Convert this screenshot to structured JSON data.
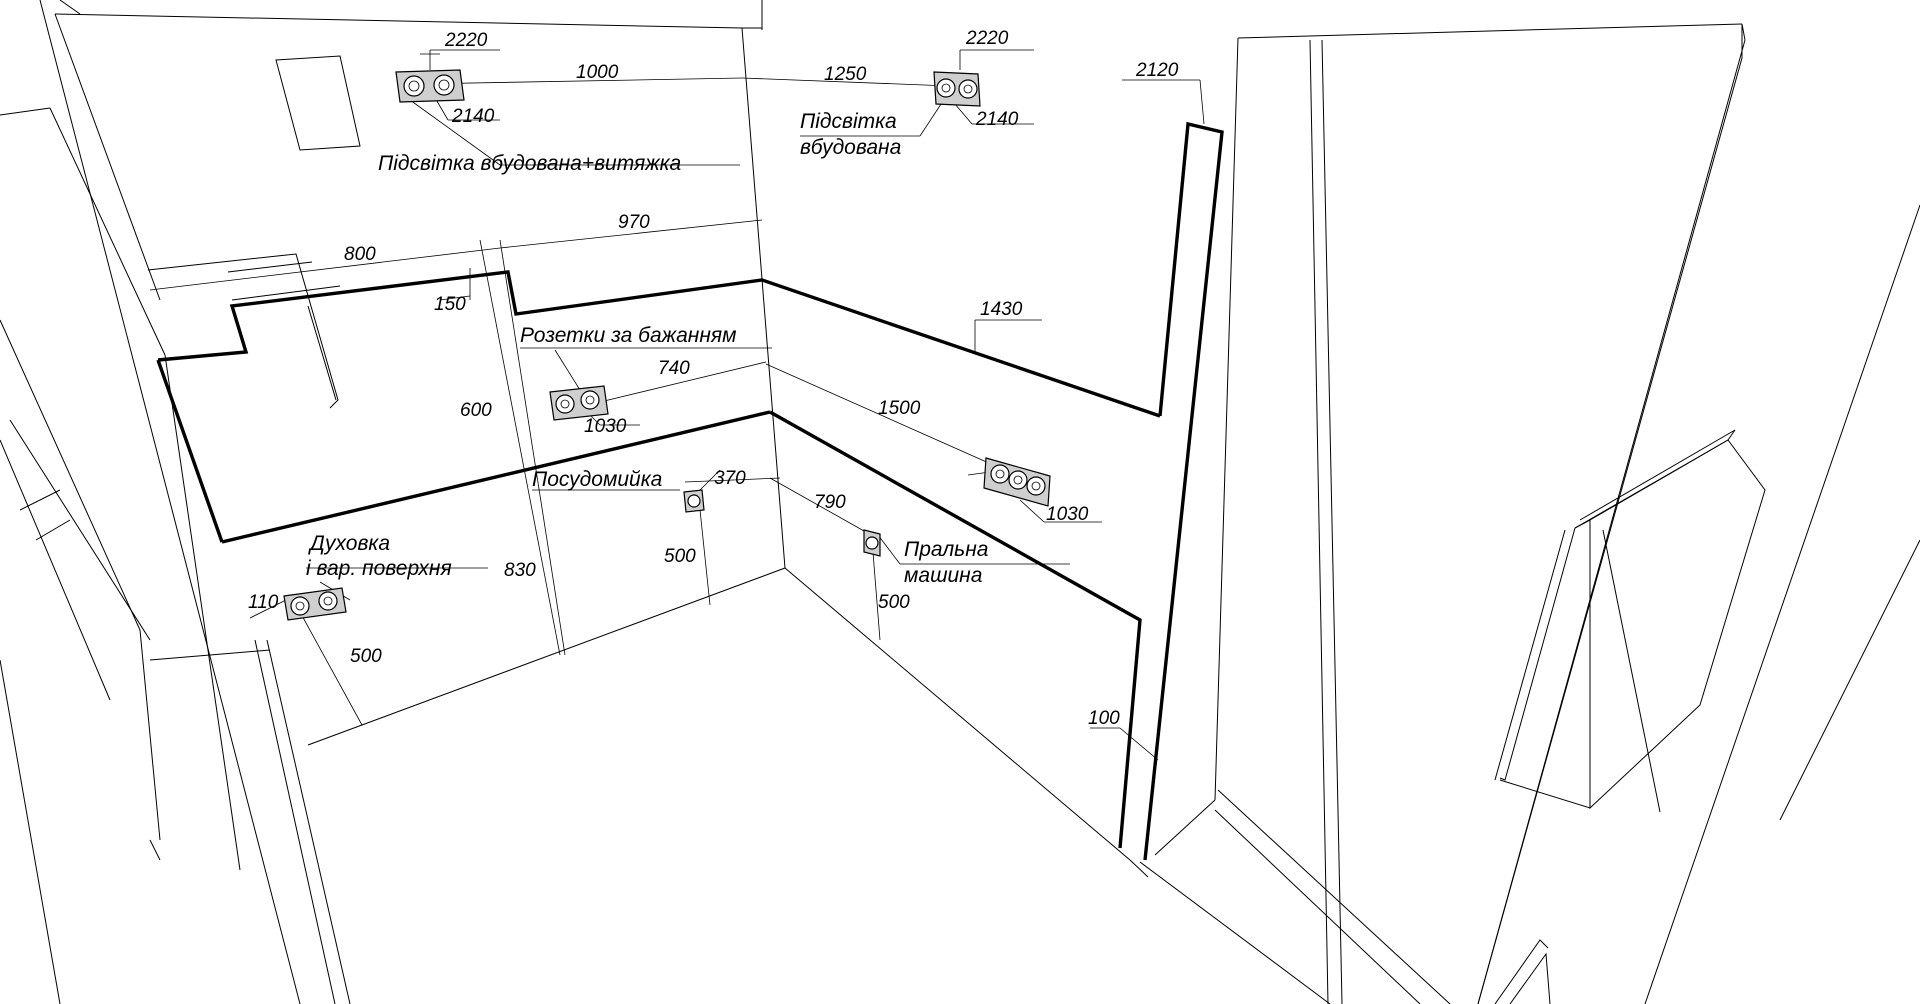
{
  "drawing": {
    "dimensions": {
      "top_left_height": "2220",
      "top_left_socket_height": "2140",
      "top_span_left": "1000",
      "top_span_right": "1250",
      "top_right_height": "2220",
      "top_right_socket_height": "2140",
      "door_height": "2120",
      "apron_left_width": "800",
      "apron_step": "150",
      "apron_center_width": "970",
      "apron_right_height": "1430",
      "apron_height": "600",
      "socket_span": "740",
      "socket_height_center": "1030",
      "right_run": "1500",
      "right_socket_height": "1030",
      "dishwasher_offset": "370",
      "washer_offset": "790",
      "dishwasher_height": "500",
      "washer_height": "500",
      "counter_height": "830",
      "oven_offset": "110",
      "oven_height": "500",
      "floor_gap": "100"
    },
    "labels": {
      "hood_light": "Підсвітка вбудована+витяжка",
      "built_in_light_line1": "Підсвітка",
      "built_in_light_line2": "вбудована",
      "optional_sockets": "Розетки за бажанням",
      "dishwasher": "Посудомийка",
      "oven_line1": "Духовка",
      "oven_line2": "і вар. поверхня",
      "washer_line1": "Пральна",
      "washer_line2": "машина"
    }
  }
}
